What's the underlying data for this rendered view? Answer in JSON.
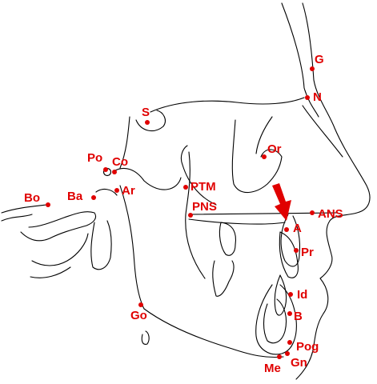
{
  "colors": {
    "outline": "#000000",
    "landmark": "#e00000"
  },
  "landmarks": [
    {
      "id": "G",
      "label": "G"
    },
    {
      "id": "N",
      "label": "N"
    },
    {
      "id": "S",
      "label": "S"
    },
    {
      "id": "Or",
      "label": "Or"
    },
    {
      "id": "Po",
      "label": "Po"
    },
    {
      "id": "Co",
      "label": "Co"
    },
    {
      "id": "Bo",
      "label": "Bo"
    },
    {
      "id": "Ba",
      "label": "Ba"
    },
    {
      "id": "Ar",
      "label": "Ar"
    },
    {
      "id": "PTM",
      "label": "PTM"
    },
    {
      "id": "PNS",
      "label": "PNS"
    },
    {
      "id": "ANS",
      "label": "ANS"
    },
    {
      "id": "A",
      "label": "A"
    },
    {
      "id": "Pr",
      "label": "Pr"
    },
    {
      "id": "Id",
      "label": "Id"
    },
    {
      "id": "Go",
      "label": "Go"
    },
    {
      "id": "B",
      "label": "B"
    },
    {
      "id": "Pog",
      "label": "Pog"
    },
    {
      "id": "Gn",
      "label": "Gn"
    },
    {
      "id": "Me",
      "label": "Me"
    }
  ]
}
